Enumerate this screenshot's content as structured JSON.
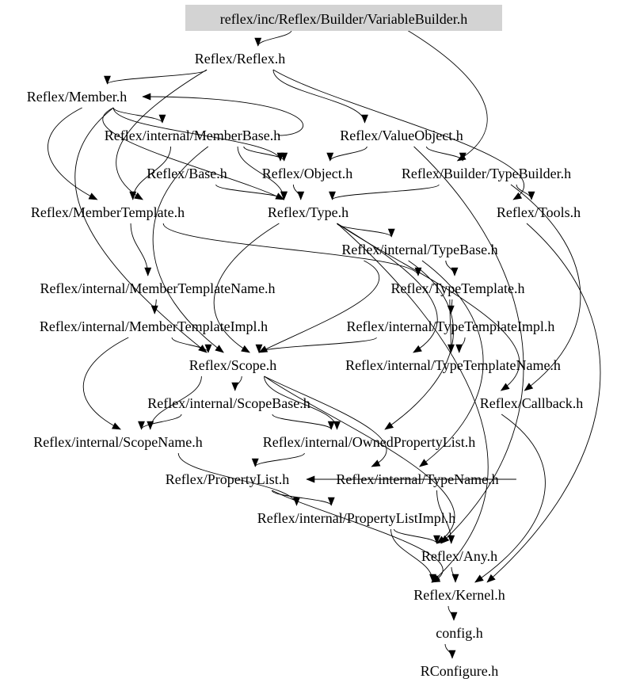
{
  "graph": {
    "title": "reflex/inc/Reflex/Builder/VariableBuilder.h",
    "kind": "include dependency graph",
    "colors": {
      "root_fill": "#d3d3d3",
      "edge": "#000000",
      "text": "#000000",
      "background": "#ffffff"
    },
    "nodes": [
      {
        "id": "root",
        "label": "reflex/inc/Reflex/Builder/VariableBuilder.h",
        "highlighted": true
      },
      {
        "id": "reflex",
        "label": "Reflex/Reflex.h"
      },
      {
        "id": "member",
        "label": "Reflex/Member.h"
      },
      {
        "id": "memberbase",
        "label": "Reflex/internal/MemberBase.h"
      },
      {
        "id": "valueobject",
        "label": "Reflex/ValueObject.h"
      },
      {
        "id": "base",
        "label": "Reflex/Base.h"
      },
      {
        "id": "object",
        "label": "Reflex/Object.h"
      },
      {
        "id": "typebuilder",
        "label": "Reflex/Builder/TypeBuilder.h"
      },
      {
        "id": "membertemplate",
        "label": "Reflex/MemberTemplate.h"
      },
      {
        "id": "type",
        "label": "Reflex/Type.h"
      },
      {
        "id": "tools",
        "label": "Reflex/Tools.h"
      },
      {
        "id": "typebase",
        "label": "Reflex/internal/TypeBase.h"
      },
      {
        "id": "membertemplatename",
        "label": "Reflex/internal/MemberTemplateName.h"
      },
      {
        "id": "typetemplate",
        "label": "Reflex/TypeTemplate.h"
      },
      {
        "id": "membertemplateimpl",
        "label": "Reflex/internal/MemberTemplateImpl.h"
      },
      {
        "id": "typetemplateimpl",
        "label": "Reflex/internal/TypeTemplateImpl.h"
      },
      {
        "id": "scope",
        "label": "Reflex/Scope.h"
      },
      {
        "id": "typetemplatename",
        "label": "Reflex/internal/TypeTemplateName.h"
      },
      {
        "id": "scopebase",
        "label": "Reflex/internal/ScopeBase.h"
      },
      {
        "id": "callback",
        "label": "Reflex/Callback.h"
      },
      {
        "id": "scopename",
        "label": "Reflex/internal/ScopeName.h"
      },
      {
        "id": "ownedpropertylist",
        "label": "Reflex/internal/OwnedPropertyList.h"
      },
      {
        "id": "propertylist",
        "label": "Reflex/PropertyList.h"
      },
      {
        "id": "typename",
        "label": "Reflex/internal/TypeName.h"
      },
      {
        "id": "propertylistimpl",
        "label": "Reflex/internal/PropertyListImpl.h"
      },
      {
        "id": "any",
        "label": "Reflex/Any.h"
      },
      {
        "id": "kernel",
        "label": "Reflex/Kernel.h"
      },
      {
        "id": "config",
        "label": "config.h"
      },
      {
        "id": "rconfigure",
        "label": "RConfigure.h"
      }
    ],
    "edges": [
      {
        "from": "root",
        "to": "reflex"
      },
      {
        "from": "root",
        "to": "typebuilder"
      },
      {
        "from": "reflex",
        "to": "member"
      },
      {
        "from": "reflex",
        "to": "valueobject"
      },
      {
        "from": "reflex",
        "to": "membertemplate"
      },
      {
        "from": "reflex",
        "to": "tools"
      },
      {
        "from": "member",
        "to": "memberbase"
      },
      {
        "from": "member",
        "to": "membertemplate"
      },
      {
        "from": "member",
        "to": "object"
      },
      {
        "from": "member",
        "to": "type"
      },
      {
        "from": "member",
        "to": "scope"
      },
      {
        "from": "memberbase",
        "to": "member"
      },
      {
        "from": "memberbase",
        "to": "object"
      },
      {
        "from": "memberbase",
        "to": "membertemplate"
      },
      {
        "from": "memberbase",
        "to": "type"
      },
      {
        "from": "memberbase",
        "to": "scope"
      },
      {
        "from": "valueobject",
        "to": "object"
      },
      {
        "from": "valueobject",
        "to": "typebuilder"
      },
      {
        "from": "valueobject",
        "to": "any"
      },
      {
        "from": "base",
        "to": "type"
      },
      {
        "from": "object",
        "to": "type"
      },
      {
        "from": "typebuilder",
        "to": "type"
      },
      {
        "from": "typebuilder",
        "to": "tools"
      },
      {
        "from": "typebuilder",
        "to": "callback"
      },
      {
        "from": "membertemplate",
        "to": "membertemplatename"
      },
      {
        "from": "membertemplate",
        "to": "typetemplate"
      },
      {
        "from": "type",
        "to": "typebase"
      },
      {
        "from": "type",
        "to": "scope"
      },
      {
        "from": "type",
        "to": "typetemplatename"
      },
      {
        "from": "type",
        "to": "callback"
      },
      {
        "from": "type",
        "to": "kernel"
      },
      {
        "from": "tools",
        "to": "kernel"
      },
      {
        "from": "typebase",
        "to": "typetemplate"
      },
      {
        "from": "typebase",
        "to": "scope"
      },
      {
        "from": "typebase",
        "to": "ownedpropertylist"
      },
      {
        "from": "typebase",
        "to": "typename"
      },
      {
        "from": "membertemplatename",
        "to": "membertemplateimpl"
      },
      {
        "from": "typetemplate",
        "to": "typetemplateimpl"
      },
      {
        "from": "typetemplate",
        "to": "typetemplatename"
      },
      {
        "from": "membertemplateimpl",
        "to": "scope"
      },
      {
        "from": "membertemplateimpl",
        "to": "scopename"
      },
      {
        "from": "typetemplateimpl",
        "to": "scope"
      },
      {
        "from": "typetemplateimpl",
        "to": "typetemplatename"
      },
      {
        "from": "scope",
        "to": "scopebase"
      },
      {
        "from": "scope",
        "to": "scopename"
      },
      {
        "from": "scope",
        "to": "ownedpropertylist"
      },
      {
        "from": "scope",
        "to": "typename"
      },
      {
        "from": "scope",
        "to": "any"
      },
      {
        "from": "scopebase",
        "to": "ownedpropertylist"
      },
      {
        "from": "scopebase",
        "to": "scopename"
      },
      {
        "from": "scopename",
        "to": "propertylistimpl"
      },
      {
        "from": "ownedpropertylist",
        "to": "propertylist"
      },
      {
        "from": "propertylist",
        "to": "propertylistimpl"
      },
      {
        "from": "propertylist",
        "to": "kernel"
      },
      {
        "from": "typename",
        "to": "propertylist"
      },
      {
        "from": "typename",
        "to": "any"
      },
      {
        "from": "propertylistimpl",
        "to": "any"
      },
      {
        "from": "propertylistimpl",
        "to": "kernel"
      },
      {
        "from": "callback",
        "to": "kernel"
      },
      {
        "from": "any",
        "to": "kernel"
      },
      {
        "from": "kernel",
        "to": "config"
      },
      {
        "from": "config",
        "to": "rconfigure"
      }
    ]
  }
}
